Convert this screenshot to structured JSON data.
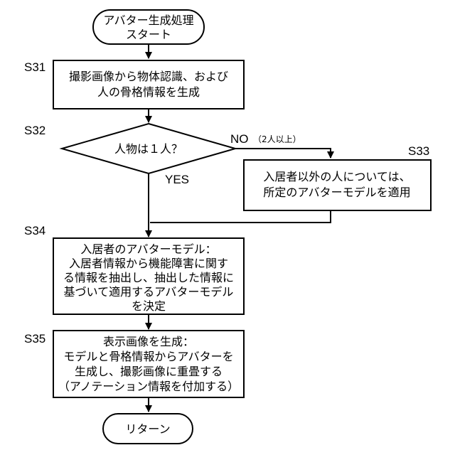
{
  "flowchart": {
    "start": [
      "アバター生成処理",
      "スタート"
    ],
    "steps": {
      "s31": {
        "label": "S31",
        "lines": [
          "撮影画像から物体認識、および",
          "人の骨格情報を生成"
        ]
      },
      "s32": {
        "label": "S32",
        "lines": [
          "人物は１人？"
        ]
      },
      "s33": {
        "label": "S33",
        "lines": [
          "入居者以外の人については、",
          "所定のアバターモデルを適用"
        ]
      },
      "s34": {
        "label": "S34",
        "lines": [
          "入居者のアバターモデル：",
          "入居者情報から機能障害に関す",
          "る情報を抽出し、抽出した情報に",
          "基づいて適用するアバターモデル",
          "を決定"
        ]
      },
      "s35": {
        "label": "S35",
        "lines": [
          "表示画像を生成：",
          "モデルと骨格情報からアバターを",
          "生成し、撮影画像に重畳する",
          "（アノテーション情報を付加する）"
        ]
      }
    },
    "branches": {
      "no": "NO",
      "no_note": "（2人以上）",
      "yes": "YES"
    },
    "end": "リターン"
  }
}
